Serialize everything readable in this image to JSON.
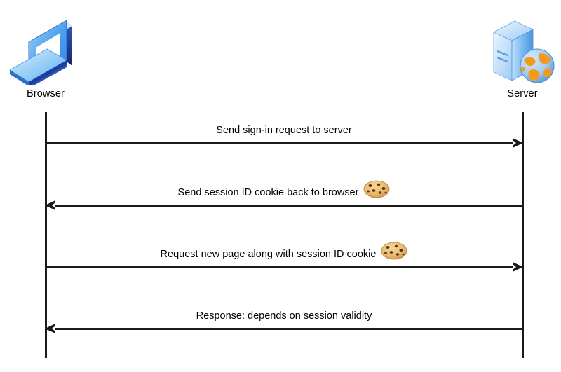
{
  "diagram": {
    "type": "sequence-diagram",
    "title": "Session ID cookie authentication flow",
    "background": "#ffffff",
    "line_color": "#1a1a1a"
  },
  "actors": [
    {
      "id": "browser",
      "label": "Browser",
      "icon": "laptop-icon",
      "side": "left",
      "colors": {
        "primary": "#4a9df0",
        "secondary": "#1b3fa0",
        "screen": "#ffffff"
      }
    },
    {
      "id": "server",
      "label": "Server",
      "icon": "server-globe-icon",
      "side": "right",
      "colors": {
        "primary": "#6fb6f2",
        "secondary": "#2f6fc4",
        "globe_land": "#f39a1a",
        "globe_sea": "#a8cdf0"
      }
    }
  ],
  "messages": [
    {
      "index": 1,
      "text": "Send sign-in request to server",
      "from": "browser",
      "to": "server",
      "direction": "right",
      "has_cookie": false
    },
    {
      "index": 2,
      "text": "Send session ID cookie back to browser",
      "from": "server",
      "to": "browser",
      "direction": "left",
      "has_cookie": true,
      "cookie_icon": "cookie-icon"
    },
    {
      "index": 3,
      "text": "Request new page along with session ID cookie",
      "from": "browser",
      "to": "server",
      "direction": "right",
      "has_cookie": true,
      "cookie_icon": "cookie-icon"
    },
    {
      "index": 4,
      "text": "Response: depends on session validity",
      "from": "server",
      "to": "browser",
      "direction": "left",
      "has_cookie": false
    }
  ]
}
